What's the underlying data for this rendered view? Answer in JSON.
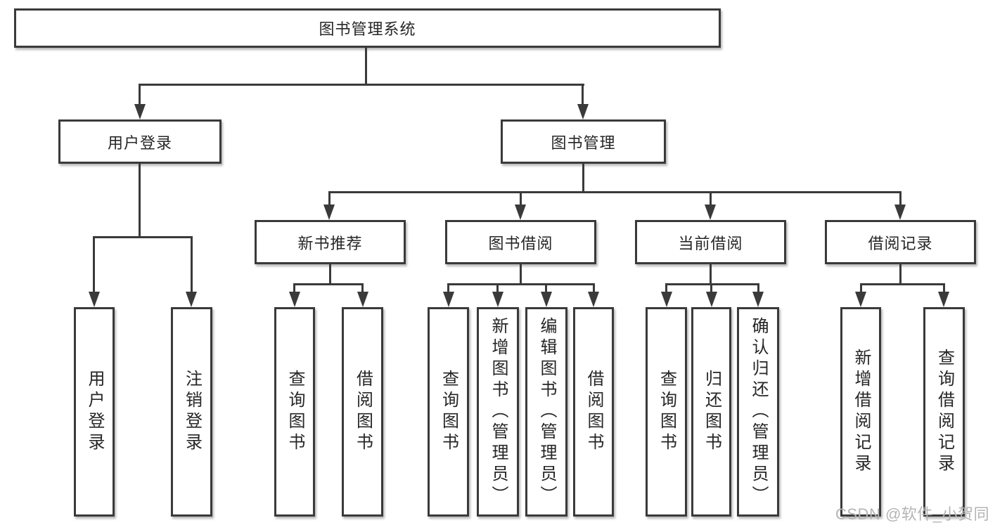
{
  "diagram": {
    "root": {
      "label": "图书管理系统"
    },
    "level2": [
      {
        "label": "用户登录"
      },
      {
        "label": "图书管理"
      }
    ],
    "level3": [
      {
        "label": "新书推荐"
      },
      {
        "label": "图书借阅"
      },
      {
        "label": "当前借阅"
      },
      {
        "label": "借阅记录"
      }
    ],
    "leaves": [
      {
        "label": "用户登录"
      },
      {
        "label": "注销登录"
      },
      {
        "label": "查询图书"
      },
      {
        "label": "借阅图书"
      },
      {
        "label": "查询图书"
      },
      {
        "label": "新增图书（管理员）"
      },
      {
        "label": "编辑图书（管理员）"
      },
      {
        "label": "借阅图书"
      },
      {
        "label": "查询图书"
      },
      {
        "label": "归还图书"
      },
      {
        "label": "确认归还（管理员）"
      },
      {
        "label": "新增借阅记录"
      },
      {
        "label": "查询借阅记录"
      }
    ]
  },
  "watermark": {
    "text": "CSDN @软件_小贺同学"
  },
  "colors": {
    "line": "#3a3a3a",
    "text": "#262626",
    "watermark": "#b4b4b4",
    "background": "#ffffff"
  }
}
